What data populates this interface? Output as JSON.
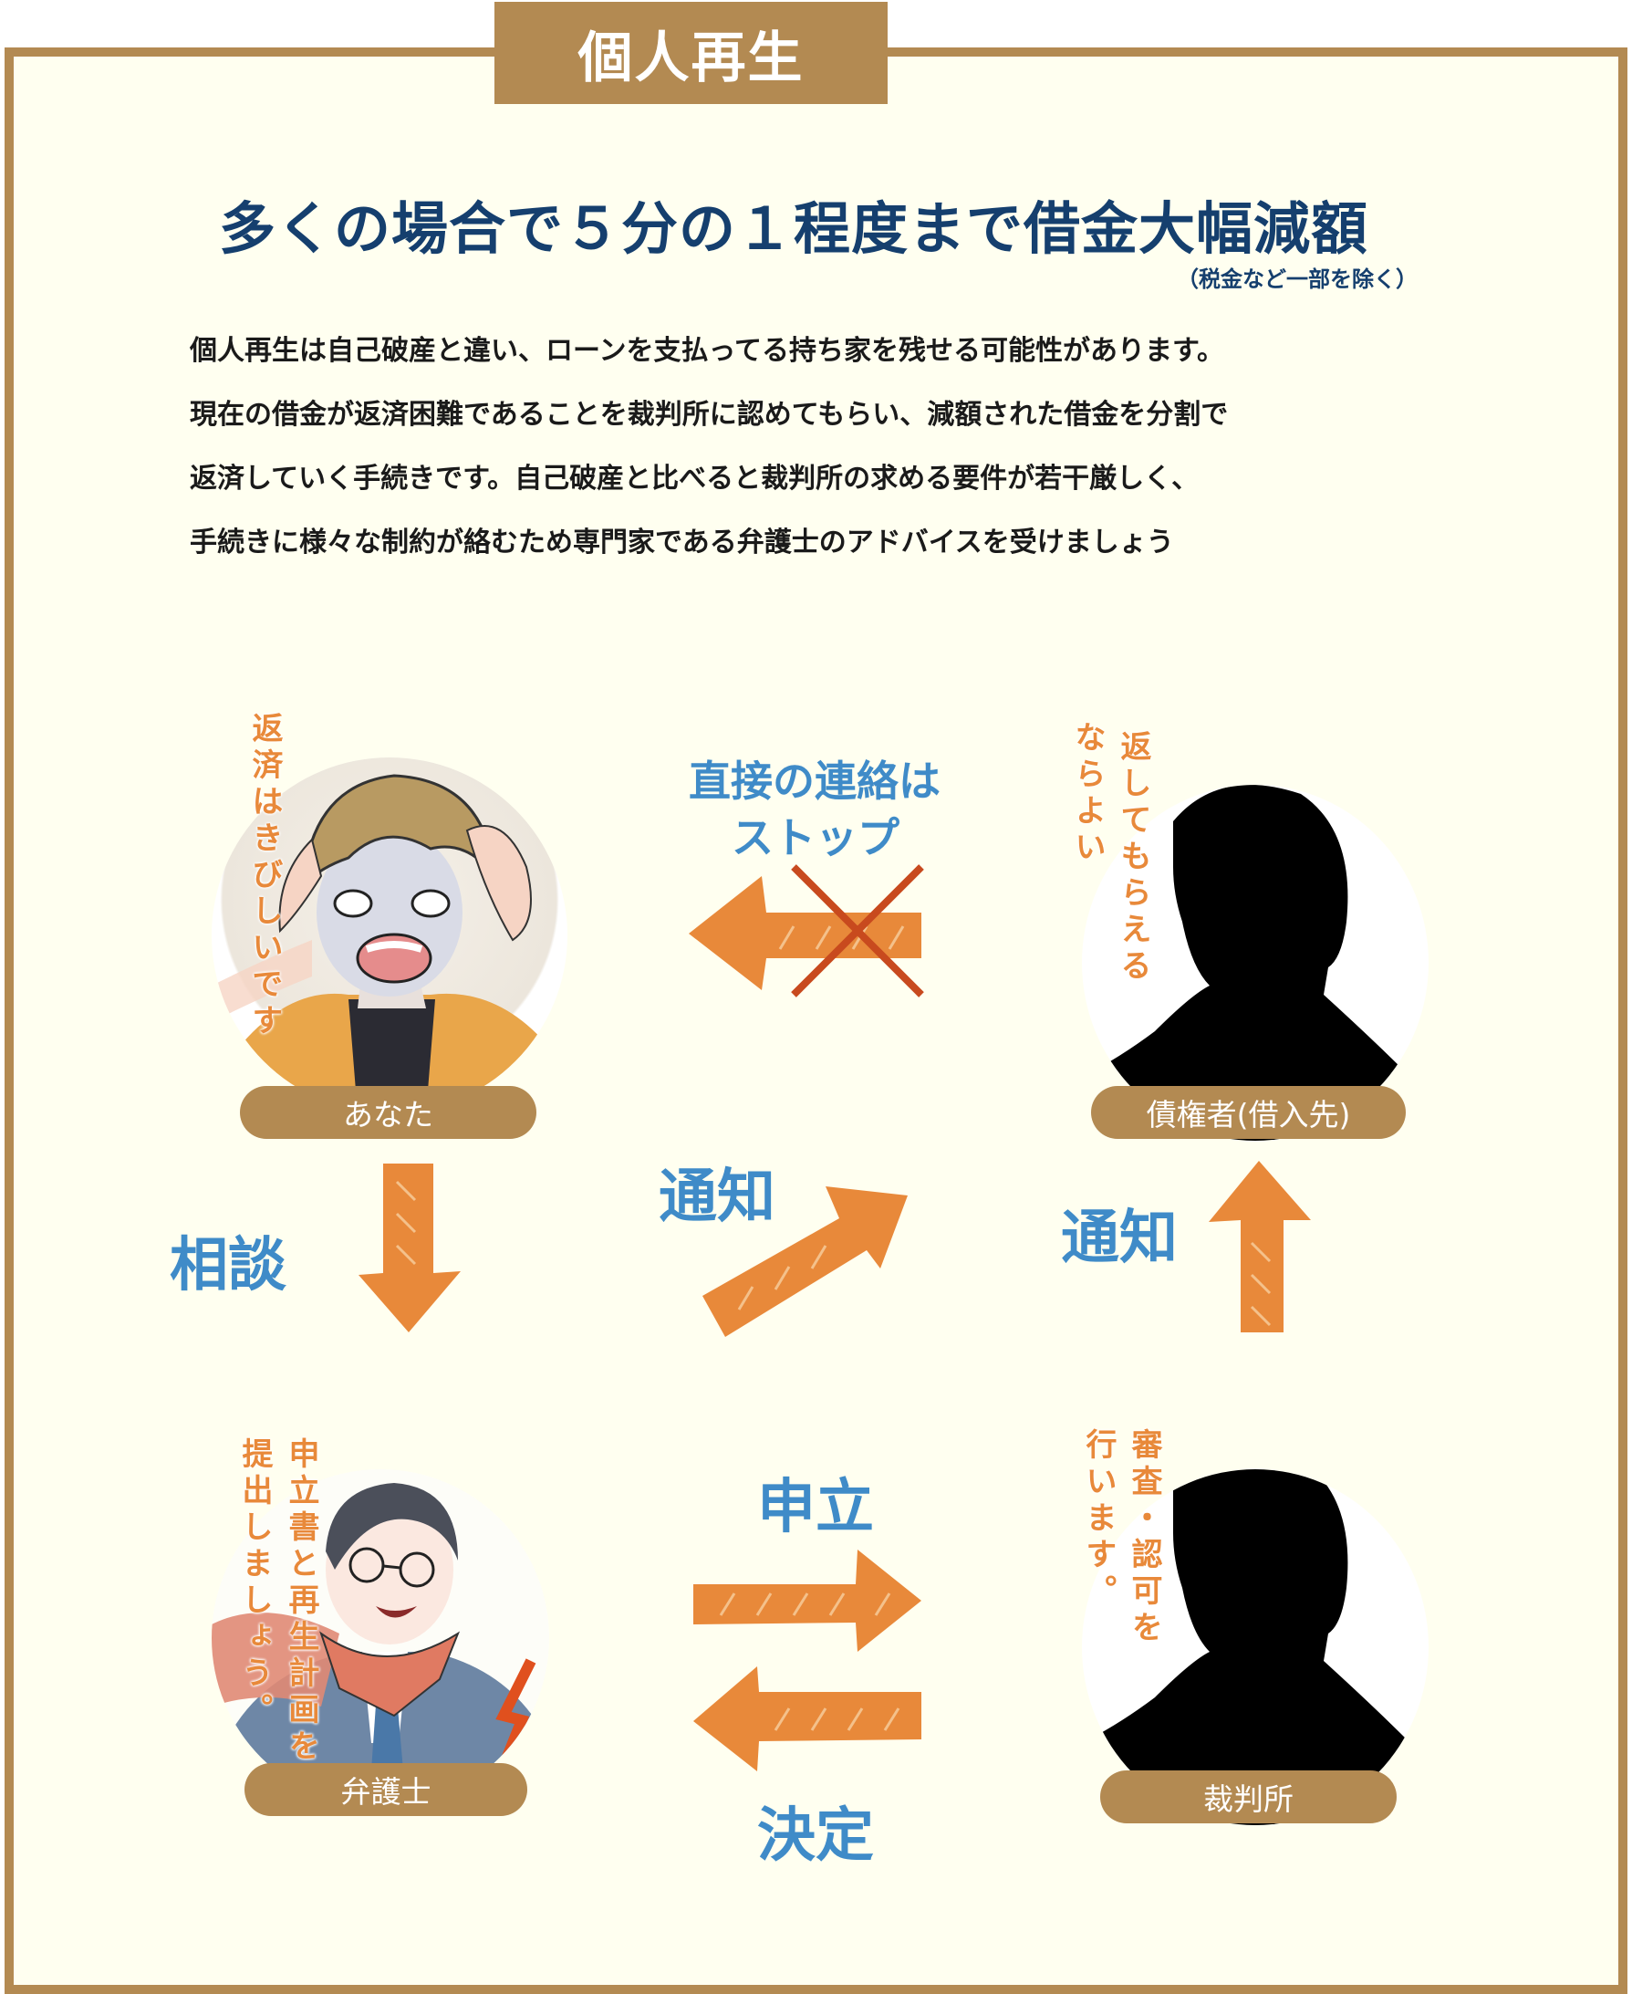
{
  "header": {
    "title": "個人再生"
  },
  "intro": {
    "headline": "多くの場合で５分の１程度まで借金大幅減額",
    "headline_note": "（税金など一部を除く）",
    "paragraph_lines": [
      "個人再生は自己破産と違い、ローンを支払ってる持ち家を残せる可能性があります。",
      "現在の借金が返済困難であることを裁判所に認めてもらい、減額された借金を分割で",
      "返済していく手続きです。自己破産と比べると裁判所の求める要件が若干厳しく、",
      "手続きに様々な制約が絡むため専門家である弁護士のアドバイスを受けましょう"
    ]
  },
  "diagram": {
    "nodes": {
      "you": {
        "label": "あなた",
        "speech": "返済はきびしいです",
        "image": "worried-young-man-illustration"
      },
      "creditor": {
        "label": "債権者(借入先)",
        "speech_col1": "返してもらえる",
        "speech_col2": "ならよい",
        "image": "black-silhouette"
      },
      "lawyer": {
        "label": "弁護士",
        "speech_col1": "申立書と再生計画を",
        "speech_col2": "提出しましょう。",
        "image": "smiling-lawyer-with-glasses-illustration"
      },
      "court": {
        "label": "裁判所",
        "speech_col1": "審査・認可を",
        "speech_col2": "行います。",
        "image": "black-silhouette"
      }
    },
    "arrows": {
      "stop_contact": {
        "label_line1": "直接の連絡は",
        "label_line2": "ストップ",
        "direction": "left",
        "crossed": true
      },
      "consult": {
        "label": "相談",
        "direction": "down"
      },
      "notify_diagonal": {
        "label": "通知",
        "direction": "up-right"
      },
      "notify_up": {
        "label": "通知",
        "direction": "up"
      },
      "petition": {
        "label": "申立",
        "direction": "right"
      },
      "decision": {
        "label": "決定",
        "direction": "left"
      }
    }
  },
  "colors": {
    "frame": "#b38a52",
    "background": "#fffff0",
    "headline": "#153f6e",
    "arrow_label": "#3f8bc8",
    "arrow": "#e8893a",
    "cross": "#c84a1e",
    "speech": "#e8893a"
  }
}
